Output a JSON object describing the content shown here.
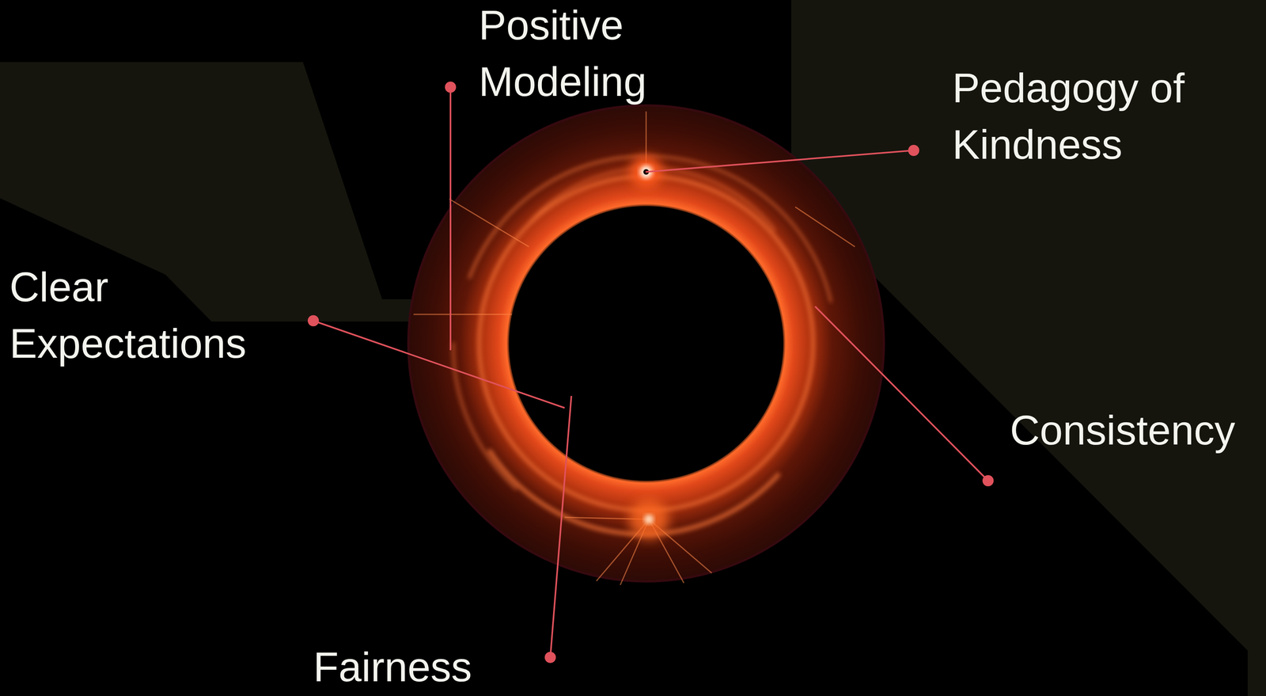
{
  "diagram": {
    "labels": [
      "Positive Modeling",
      "Pedagogy of Kindness",
      "Clear Expectations",
      "Consistency",
      "Fairness"
    ]
  }
}
